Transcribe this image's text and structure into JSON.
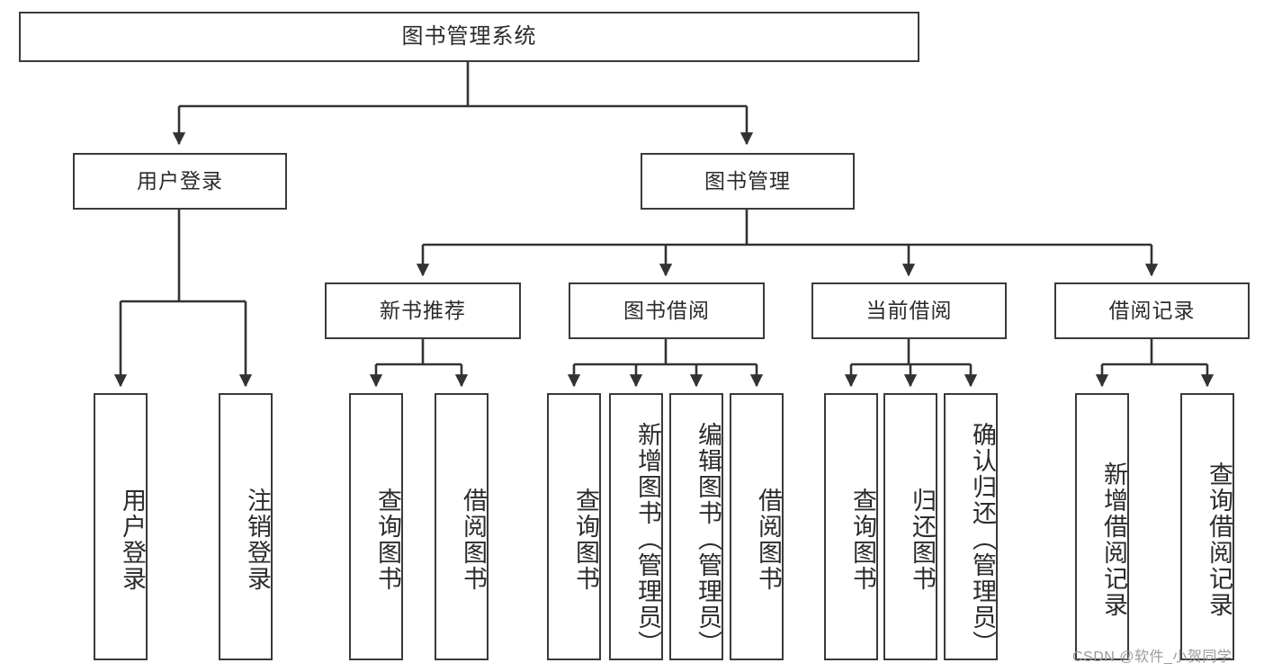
{
  "diagram": {
    "title": "图书管理系统",
    "type": "tree-hierarchy-diagram",
    "colors": {
      "box_border": "#3a3a3a",
      "box_fill": "#ffffff",
      "edge": "#333333",
      "text": "#2b2b2b",
      "watermark": "#9a9a9a",
      "background": "#ffffff"
    },
    "nodes": {
      "root": {
        "label": "图书管理系统"
      },
      "level2": [
        {
          "label": "用户登录"
        },
        {
          "label": "图书管理"
        }
      ],
      "level3": [
        {
          "label": "新书推荐"
        },
        {
          "label": "图书借阅"
        },
        {
          "label": "当前借阅"
        },
        {
          "label": "借阅记录"
        }
      ],
      "leaves_user_login": [
        {
          "label": "用户登录"
        },
        {
          "label": "注销登录"
        }
      ],
      "leaves_new_book": [
        {
          "label": "查询图书"
        },
        {
          "label": "借阅图书"
        }
      ],
      "leaves_borrow": [
        {
          "label": "查询图书"
        },
        {
          "label": "新增图书（管理员）"
        },
        {
          "label": "编辑图书（管理员）"
        },
        {
          "label": "借阅图书"
        }
      ],
      "leaves_current": [
        {
          "label": "查询图书"
        },
        {
          "label": "归还图书"
        },
        {
          "label": "确认归还（管理员）"
        }
      ],
      "leaves_record": [
        {
          "label": "新增借阅记录"
        },
        {
          "label": "查询借阅记录"
        }
      ]
    },
    "watermark": "CSDN @软件_小贺同学"
  }
}
